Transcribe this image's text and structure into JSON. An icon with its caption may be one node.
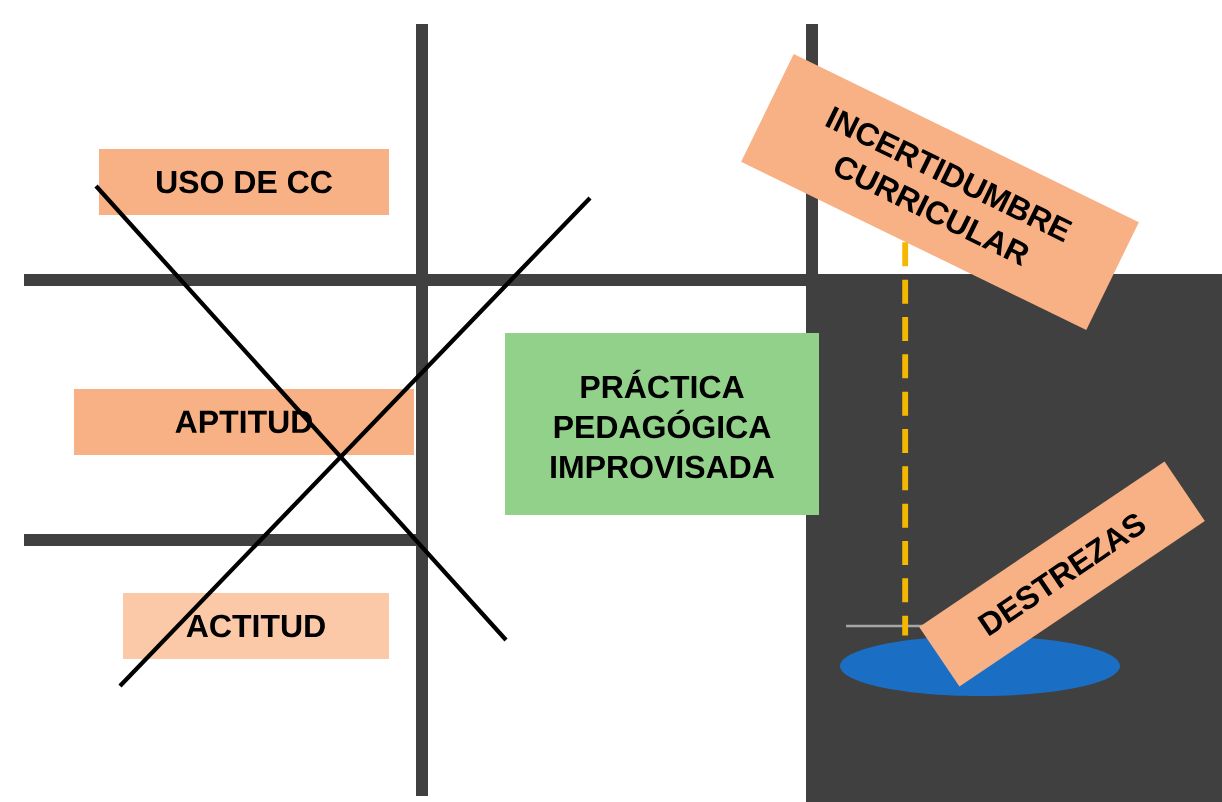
{
  "diagram": {
    "nodes": [
      {
        "text": [
          "USO DE CC"
        ]
      },
      {
        "text": [
          "APTITUD"
        ]
      },
      {
        "text": [
          "ACTITUD"
        ]
      },
      {
        "text": [
          "PRÁCTICA PEDAGÓGICA IMPROVISADA"
        ]
      },
      {
        "text": [
          "INCERTIDUMBRE CURRICULAR"
        ]
      },
      {
        "text": [
          "DESTREZAS"
        ]
      },
      {
        "text": [],
        "shape": "ellipse"
      }
    ],
    "edges": [
      {
        "from": 4,
        "to": 6,
        "arrow": "none",
        "style": "dashed",
        "color": "#f5b800"
      }
    ]
  }
}
